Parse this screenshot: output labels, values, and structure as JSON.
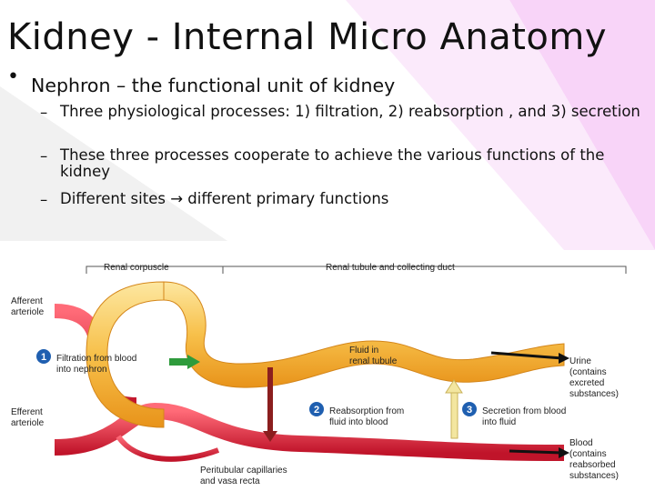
{
  "slide": {
    "title": "Kidney - Internal Micro Anatomy",
    "bullet_main": "Nephron – the functional unit of kidney",
    "sub_bullets": [
      "Three physiological processes:  1) filtration,  2) reabsorption , and 3) secretion",
      "These three processes cooperate to achieve the various functions of the kidney",
      "Different sites → different primary functions"
    ]
  },
  "diagram": {
    "headers": {
      "corpuscle": "Renal corpuscle",
      "tubule": "Renal tubule and collecting duct"
    },
    "labels": {
      "afferent": [
        "Afferent",
        "arteriole"
      ],
      "efferent": [
        "Efferent",
        "arteriole"
      ],
      "fluid": [
        "Fluid in",
        "renal tubule"
      ],
      "urine": [
        "Urine",
        "(contains",
        "excreted",
        "substances)"
      ],
      "blood": [
        "Blood",
        "(contains",
        "reabsorbed",
        "substances)"
      ],
      "capillaries": [
        "Peritubular capillaries",
        "and vasa recta"
      ]
    },
    "steps": [
      {
        "num": "1",
        "text": [
          "Filtration from blood",
          "into nephron"
        ]
      },
      {
        "num": "2",
        "text": [
          "Reabsorption from",
          "fluid into blood"
        ]
      },
      {
        "num": "3",
        "text": [
          "Secretion from blood",
          "into fluid"
        ]
      }
    ]
  },
  "colors": {
    "tubule": "#f5a623",
    "tubule_light": "#fde7a0",
    "blood": "#e0253a",
    "badge": "#1f5fb0",
    "filtration_arrow": "#2e9b3c",
    "reabsorption_arrow": "#8b1e1e",
    "secretion_arrow": "#f3e6a0"
  }
}
